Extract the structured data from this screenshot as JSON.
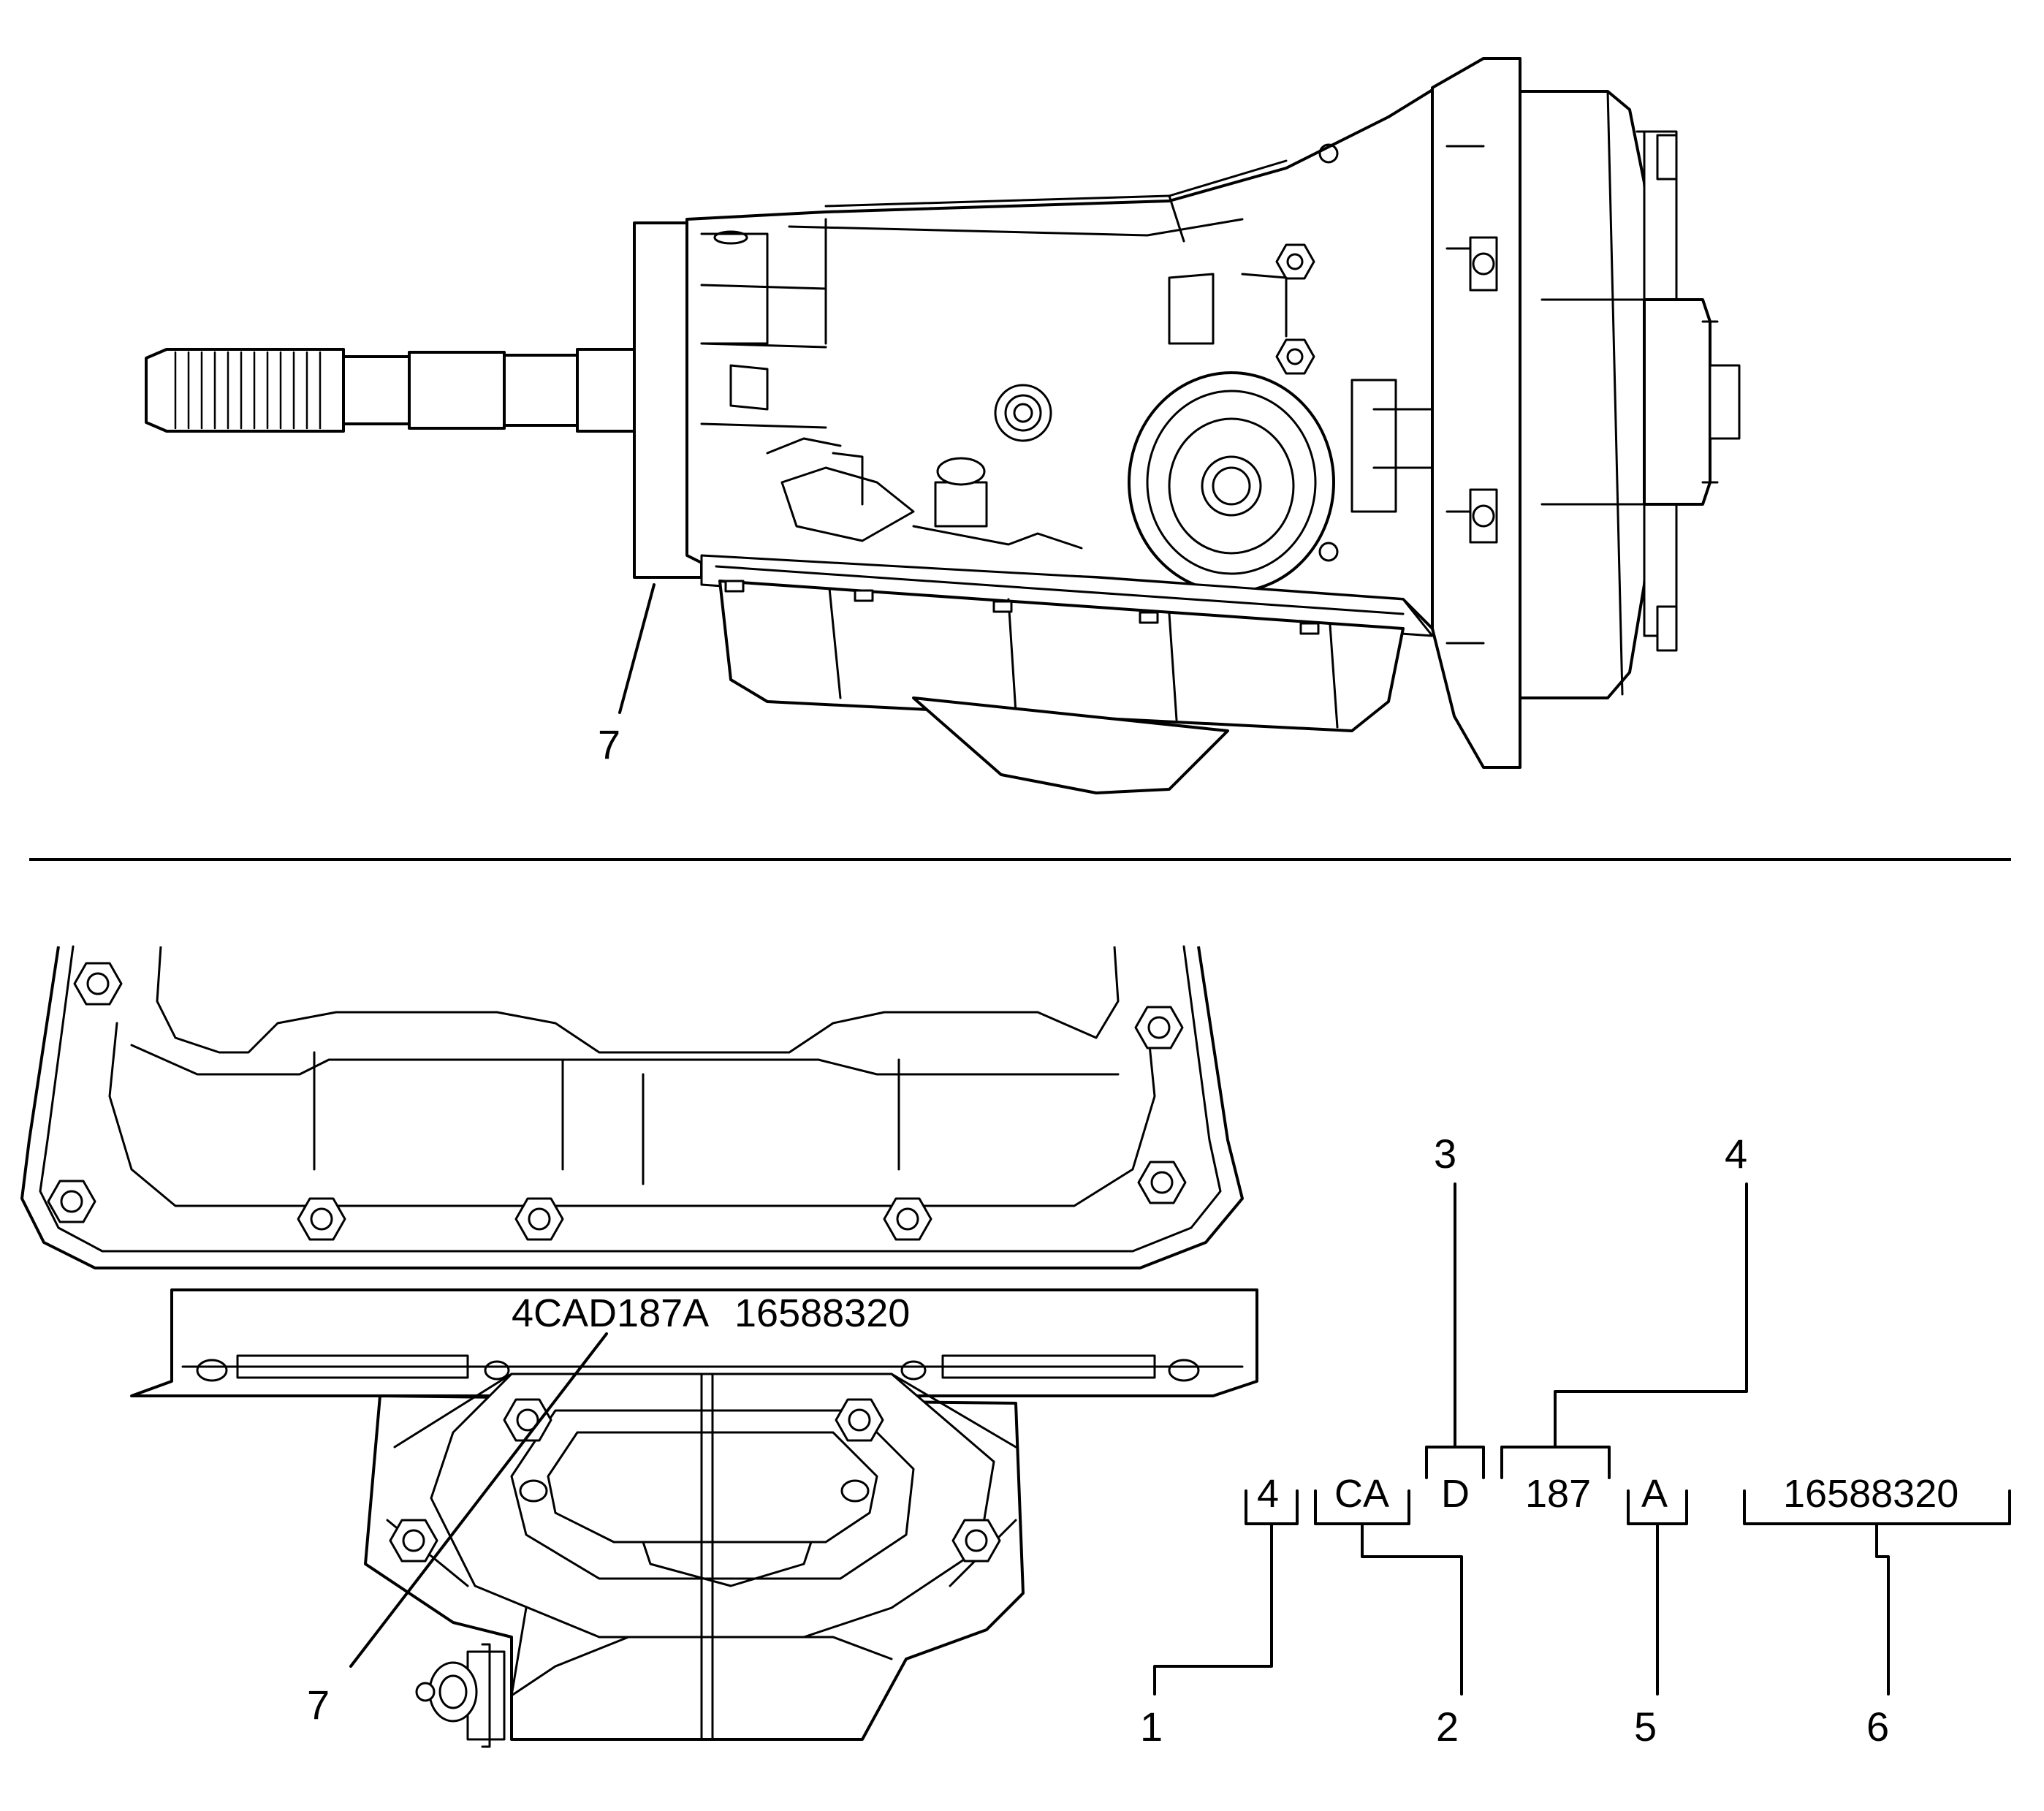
{
  "top_view": {
    "callout_7": "7"
  },
  "plate_view": {
    "stamp_model": "4CAD187A",
    "stamp_serial": "16588320",
    "callout_7": "7"
  },
  "code_breakdown": {
    "segments": {
      "model_year": "4",
      "plant": "CA",
      "shift": "D",
      "day": "187",
      "model": "A",
      "serial": "16588320"
    },
    "callouts": {
      "c1": "1",
      "c2": "2",
      "c3": "3",
      "c4": "4",
      "c5": "5",
      "c6": "6"
    }
  }
}
